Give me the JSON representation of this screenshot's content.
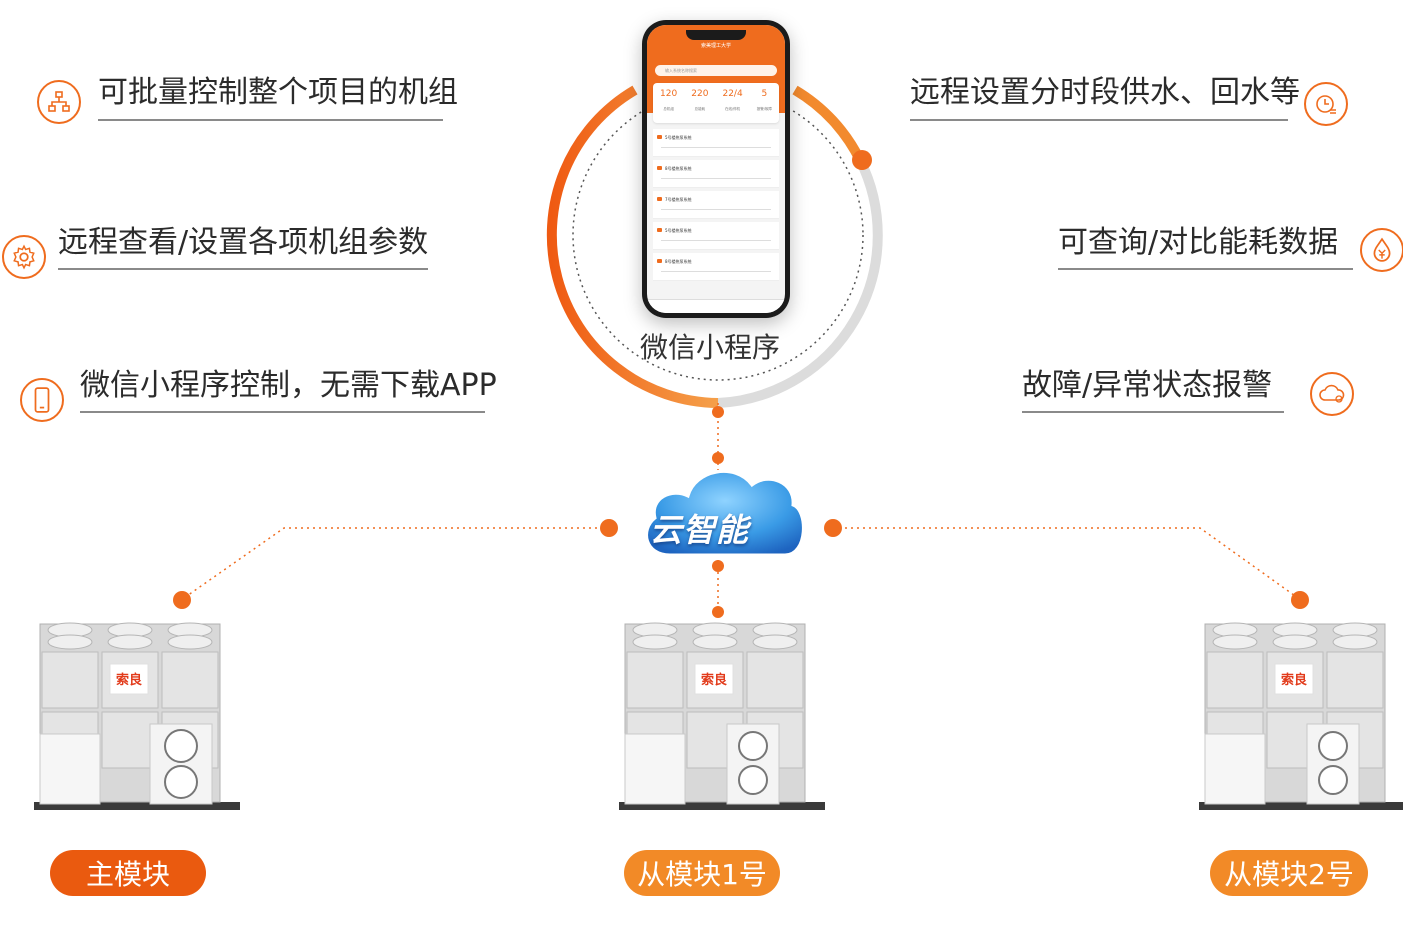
{
  "features_left": [
    {
      "text": "可批量控制整个项目的机组",
      "icon": "org-chart-icon"
    },
    {
      "text": "远程查看/设置各项机组参数",
      "icon": "gear-icon"
    },
    {
      "text": "微信小程序控制，无需下载APP",
      "icon": "phone-icon"
    }
  ],
  "features_right": [
    {
      "text": "远程设置分时段供水、回水等",
      "icon": "clock-schedule-icon"
    },
    {
      "text": "可查询/对比能耗数据",
      "icon": "energy-yen-icon"
    },
    {
      "text": "故障/异常状态报警",
      "icon": "cloud-alert-icon"
    }
  ],
  "center_label": "微信小程序",
  "cloud_label": "云智能",
  "phone": {
    "title": "索美理工大学",
    "search_placeholder": "输入系统名称搜索",
    "stats": [
      {
        "value": "120",
        "label": "总机组"
      },
      {
        "value": "220",
        "label": "总能耗"
      },
      {
        "value": "22/4",
        "label": "在线/停机"
      },
      {
        "value": "5",
        "label": "报警/故障"
      }
    ],
    "systems": [
      "5号楼热泵系统",
      "8号楼热泵系统",
      "7号楼热泵系统",
      "5号楼热泵系统",
      "8号楼热泵系统"
    ]
  },
  "unit_brand": "索良",
  "modules": [
    {
      "label": "主模块"
    },
    {
      "label": "从模块1号"
    },
    {
      "label": "从模块2号"
    }
  ],
  "colors": {
    "accent": "#ef6c1e",
    "accent_light": "#f39233",
    "ring_gray": "#d9d9d9",
    "cloud_blue": "#2e8ee0"
  }
}
